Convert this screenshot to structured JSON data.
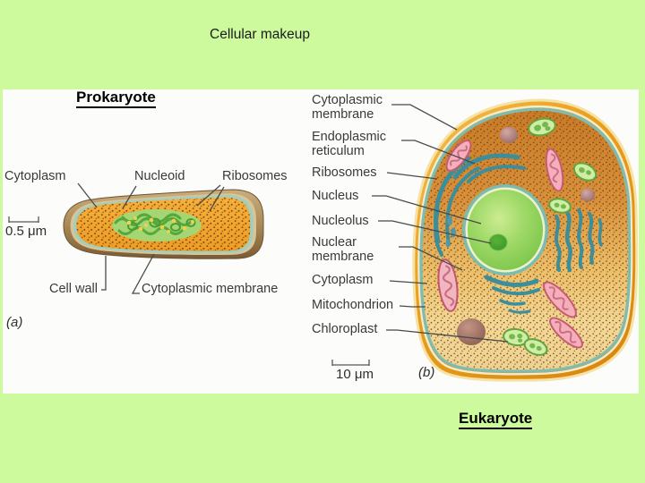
{
  "slide": {
    "title": "Cellular makeup"
  },
  "palette": {
    "slide_bg": "#ccfa9c",
    "panel_bg": "#fcfcfa",
    "heading_color": "#000000",
    "label_color": "#3a3a3a",
    "leader_color": "#4a4a4a",
    "title_color": "#1c1c1c"
  },
  "prokaryote": {
    "heading": "Prokaryote",
    "labels": {
      "cytoplasm": "Cytoplasm",
      "nucleoid": "Nucleoid",
      "ribosomes": "Ribosomes",
      "cell_wall": "Cell wall",
      "cytoplasmic_membrane": "Cytoplasmic membrane"
    },
    "scale_bar": "0.5 μm",
    "figure_letter": "(a)"
  },
  "eukaryote": {
    "heading": "Eukaryote",
    "labels": {
      "cytoplasmic_membrane": "Cytoplasmic membrane",
      "endoplasmic_reticulum": "Endoplasmic reticulum",
      "ribosomes": "Ribosomes",
      "nucleus": "Nucleus",
      "nucleolus": "Nucleolus",
      "nuclear_membrane": "Nuclear membrane",
      "cytoplasm": "Cytoplasm",
      "mitochondrion": "Mitochondrion",
      "chloroplast": "Chloroplast"
    },
    "scale_bar": "10 μm",
    "figure_letter": "(b)"
  }
}
